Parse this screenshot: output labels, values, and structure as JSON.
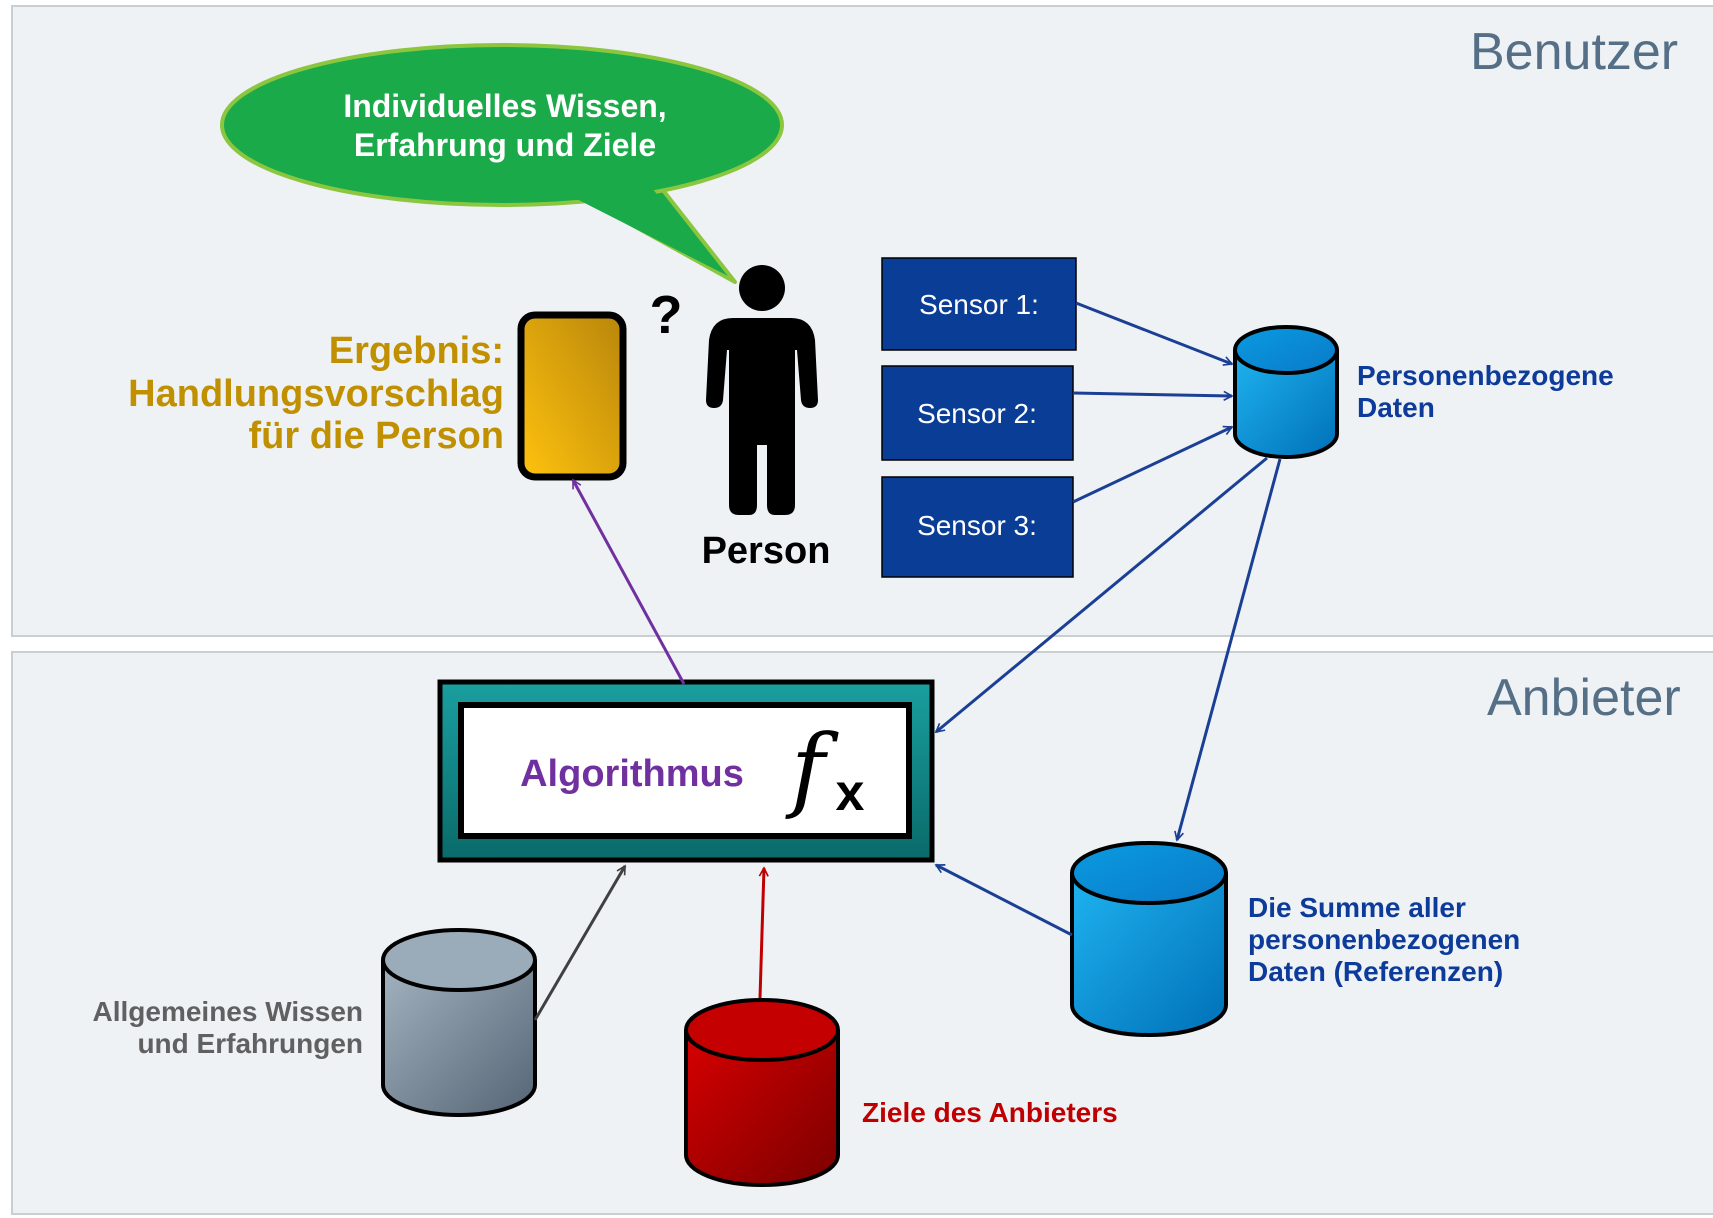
{
  "zones": {
    "benutzer": "Benutzer",
    "anbieter": "Anbieter"
  },
  "bubble": {
    "line1": "Individuelles Wissen,",
    "line2": "Erfahrung und Ziele"
  },
  "question_mark": "?",
  "person": "Person",
  "ergebnis": {
    "line1": "Ergebnis:",
    "line2": "Handlungsvorschlag",
    "line3": "für die Person"
  },
  "sensors": [
    "Sensor 1:",
    "Sensor 2:",
    "Sensor 3:"
  ],
  "personal_data": {
    "line1": "Personenbezogene",
    "line2": "Daten"
  },
  "algorithm": {
    "label": "Algorithmus",
    "symbol_f": "f",
    "symbol_x": "x"
  },
  "general_knowledge": {
    "line1": "Allgemeines Wissen",
    "line2": "und Erfahrungen"
  },
  "provider_goals": "Ziele des Anbieters",
  "reference_data": {
    "line1": "Die Summe aller",
    "line2": "personenbezogenen",
    "line3": "Daten (Referenzen)"
  },
  "colors": {
    "zone_bg": "#eef2f5",
    "zone_border": "#c9ced3",
    "zone_title": "#557086",
    "bubble": "#1aaa4a",
    "sensor_box": "#0a3e96",
    "arrow_blue": "#1a3f95",
    "arrow_purple": "#7030a0",
    "arrow_red": "#c00000",
    "arrow_dark": "#404040",
    "algorithm_frame": "#148a8a",
    "algorithm_text": "#7030a0",
    "ergebnis_text": "#c09000",
    "gray_text": "#606060",
    "red_text": "#c00000",
    "blue_text": "#0d3b9a"
  }
}
